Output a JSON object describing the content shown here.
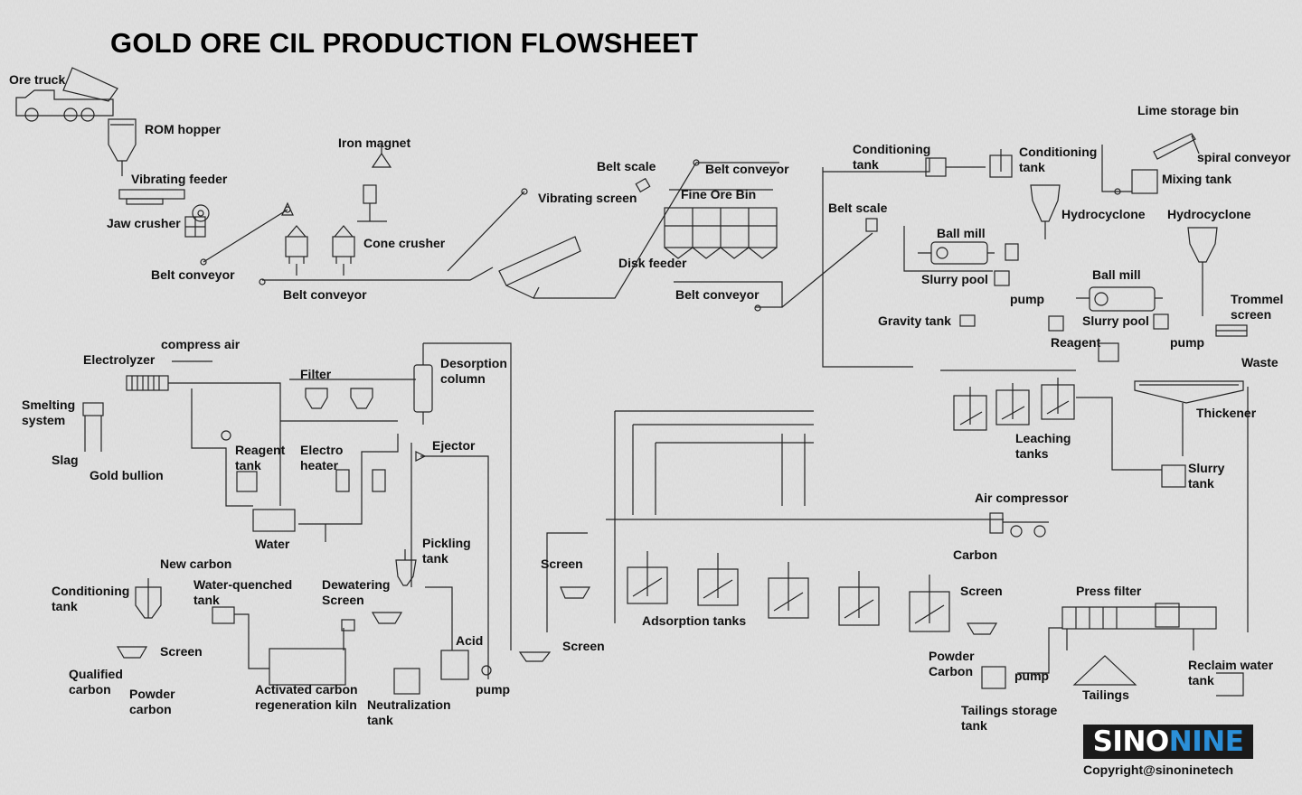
{
  "title": "GOLD ORE CIL PRODUCTION FLOWSHEET",
  "brand": {
    "part1": "SINO",
    "part2": "NINE",
    "accent": "#2b8fd8",
    "background": "#1a1a1a"
  },
  "copyright": "Copyright@sinoninetech",
  "labels": {
    "ore_truck": "Ore truck",
    "rom_hopper": "ROM hopper",
    "vibrating_feeder": "Vibrating feeder",
    "jaw_crusher": "Jaw crusher",
    "belt_conveyor_1": "Belt conveyor",
    "iron_magnet": "Iron magnet",
    "cone_crusher": "Cone crusher",
    "belt_conveyor_2": "Belt conveyor",
    "belt_scale_1": "Belt scale",
    "belt_conveyor_3": "Belt conveyor",
    "vibrating_screen": "Vibrating screen",
    "fine_ore_bin": "Fine Ore Bin",
    "disk_feeder": "Disk feeder",
    "belt_conveyor_4": "Belt conveyor",
    "conditioning_tank_1": [
      "Conditioning",
      "tank"
    ],
    "conditioning_tank_2": [
      "Conditioning",
      "tank"
    ],
    "lime_storage_bin": "Lime storage bin",
    "spiral_conveyor": "spiral conveyor",
    "mixing_tank": "Mixing tank",
    "belt_scale_2": "Belt scale",
    "hydrocyclone_1": "Hydrocyclone",
    "hydrocyclone_2": "Hydrocyclone",
    "ball_mill_1": "Ball mill",
    "slurry_pool_1": "Slurry pool",
    "pump_1": "pump",
    "ball_mill_2": "Ball mill",
    "trommel_screen": [
      "Trommel",
      "screen"
    ],
    "gravity_tank": "Gravity tank",
    "slurry_pool_2": "Slurry pool",
    "reagent_1": "Reagent",
    "pump_2": "pump",
    "waste": "Waste",
    "thickener": "Thickener",
    "leaching_tanks": [
      "Leaching",
      "tanks"
    ],
    "slurry_tank": [
      "Slurry",
      "tank"
    ],
    "air_compressor": "Air compressor",
    "compress_air": "compress air",
    "electrolyzer": "Electrolyzer",
    "smelting_system": [
      "Smelting",
      "system"
    ],
    "slag": "Slag",
    "gold_bullion": "Gold bullion",
    "filter": "Filter",
    "desorption_column": [
      "Desorption",
      "column"
    ],
    "reagent_tank": [
      "Reagent",
      "tank"
    ],
    "electro_heater": [
      "Electro",
      "heater"
    ],
    "ejector": "Ejector",
    "water": "Water",
    "screen_1": "Screen",
    "carbon": "Carbon",
    "screen_2": "Screen",
    "adsorption_tanks": "Adsorption tanks",
    "new_carbon": "New carbon",
    "conditioning_tank_3": [
      "Conditioning",
      "tank"
    ],
    "water_quenched_tank": [
      "Water-quenched",
      "tank"
    ],
    "dewatering_screen": [
      "Dewatering",
      "Screen"
    ],
    "pickling_tank": [
      "Pickling",
      "tank"
    ],
    "screen_3": "Screen",
    "screen_4": "Screen",
    "acid": "Acid",
    "qualified_carbon": [
      "Qualified",
      "carbon"
    ],
    "powder_carbon_1": [
      "Powder",
      "carbon"
    ],
    "kiln": [
      "Activated carbon",
      "regeneration kiln"
    ],
    "neutralization_tank": [
      "Neutralization",
      "tank"
    ],
    "pump_3": "pump",
    "powder_carbon_2": [
      "Powder",
      "Carbon"
    ],
    "pump_4": "pump",
    "press_filter": "Press filter",
    "tailings": "Tailings",
    "tailings_storage_tank": [
      "Tailings storage",
      "tank"
    ],
    "reclaim_water_tank": [
      "Reclaim water",
      "tank"
    ]
  }
}
